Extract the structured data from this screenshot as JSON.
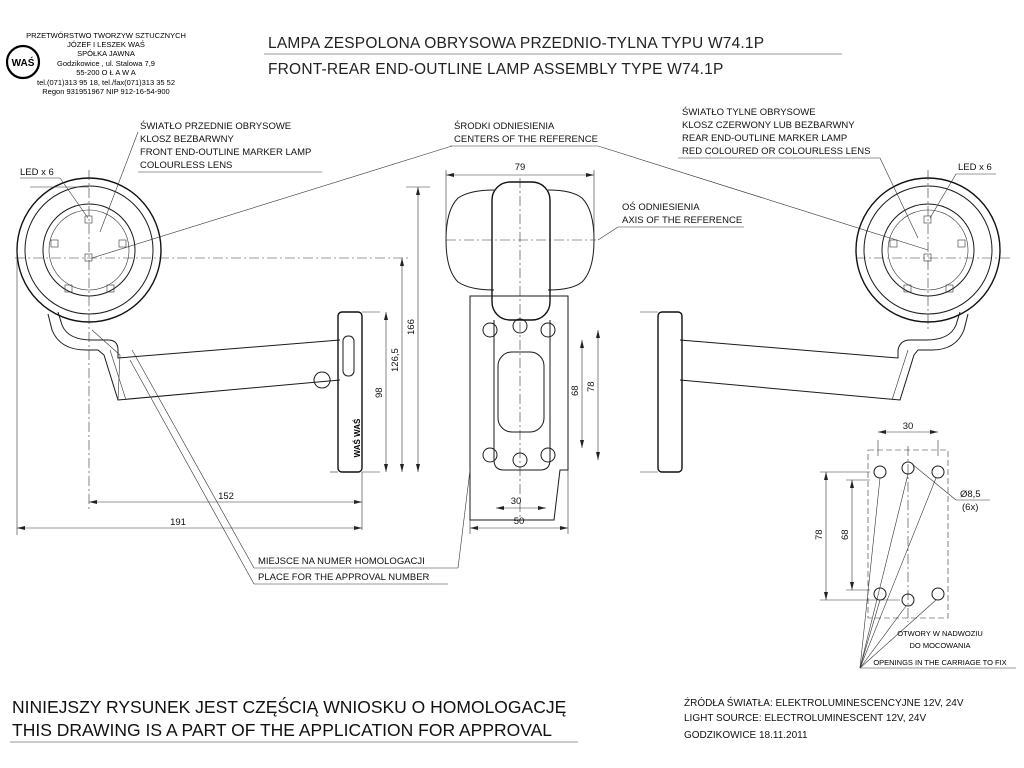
{
  "company": {
    "name": "PRZETWÓRSTWO TWORZYW SZTUCZNYCH",
    "owners": "JÓZEF I LESZEK WAŚ",
    "form": "SPÓŁKA JAWNA",
    "street": "Godzikowice , ul. Stalowa 7,9",
    "city": "55-200  O Ł A W A",
    "phone": "tel.(071)313 95 18, tel./fax(071)313 35 52",
    "regon": "Regon 931951967 NIP 912-16-54-900",
    "logo_text": "WAŚ",
    "brand_mark": "WAŚ WAŚ"
  },
  "header": {
    "title_pl": "LAMPA ZESPOLONA OBRYSOWA PRZEDNIO-TYLNA TYPU W74.1P",
    "title_en": "FRONT-REAR END-OUTLINE LAMP ASSEMBLY TYPE W74.1P"
  },
  "callouts": {
    "front": [
      "ŚWIATŁO PRZEDNIE OBRYSOWE",
      "KLOSZ BEZBARWNY",
      "FRONT END-OUTLINE MARKER LAMP",
      "COLOURLESS LENS"
    ],
    "centers": [
      "ŚRODKI ODNIESIENIA",
      "CENTERS OF THE REFERENCE"
    ],
    "axis": [
      "OŚ ODNIESIENIA",
      "AXIS OF THE REFERENCE"
    ],
    "rear": [
      "ŚWIATŁO TYLNE OBRYSOWE",
      "KLOSZ  CZERWONY LUB BEZBARWNY",
      "REAR END-OUTLINE MARKER LAMP",
      "RED COLOURED OR COLOURLESS LENS"
    ],
    "approval": [
      "MIEJSCE NA NUMER HOMOLOGACJI",
      "PLACE FOR THE APPROVAL NUMBER"
    ],
    "openings": [
      "OTWORY W NADWOZIU",
      "DO MOCOWANIA",
      "OPENINGS IN THE CARRIAGE TO FIX"
    ],
    "led_left": "LED x 6",
    "led_right": "LED x 6"
  },
  "dimensions": {
    "d79": "79",
    "d166": "166",
    "d1265": "126,5",
    "d98": "98",
    "d152": "152",
    "d191": "191",
    "d68": "68",
    "d78": "78",
    "d30": "30",
    "d50": "50",
    "hole_diam": "Ø8,5",
    "hole_count": "(6x)",
    "d30_detail": "30",
    "d78_detail": "78",
    "d68_detail": "68"
  },
  "footer": {
    "line_pl": "NINIEJSZY RYSUNEK JEST CZĘŚCIĄ WNIOSKU O  HOMOLOGACJĘ",
    "line_en": "THIS DRAWING IS A PART OF THE APPLICATION FOR  APPROVAL",
    "source_pl": "ŹRÓDŁA ŚWIATŁA: ELEKTROLUMINESCENCYJNE  12V, 24V",
    "source_en": "LIGHT SOURCE: ELECTROLUMINESCENT  12V, 24V",
    "place_date": "GODZIKOWICE 18.11.2011"
  }
}
